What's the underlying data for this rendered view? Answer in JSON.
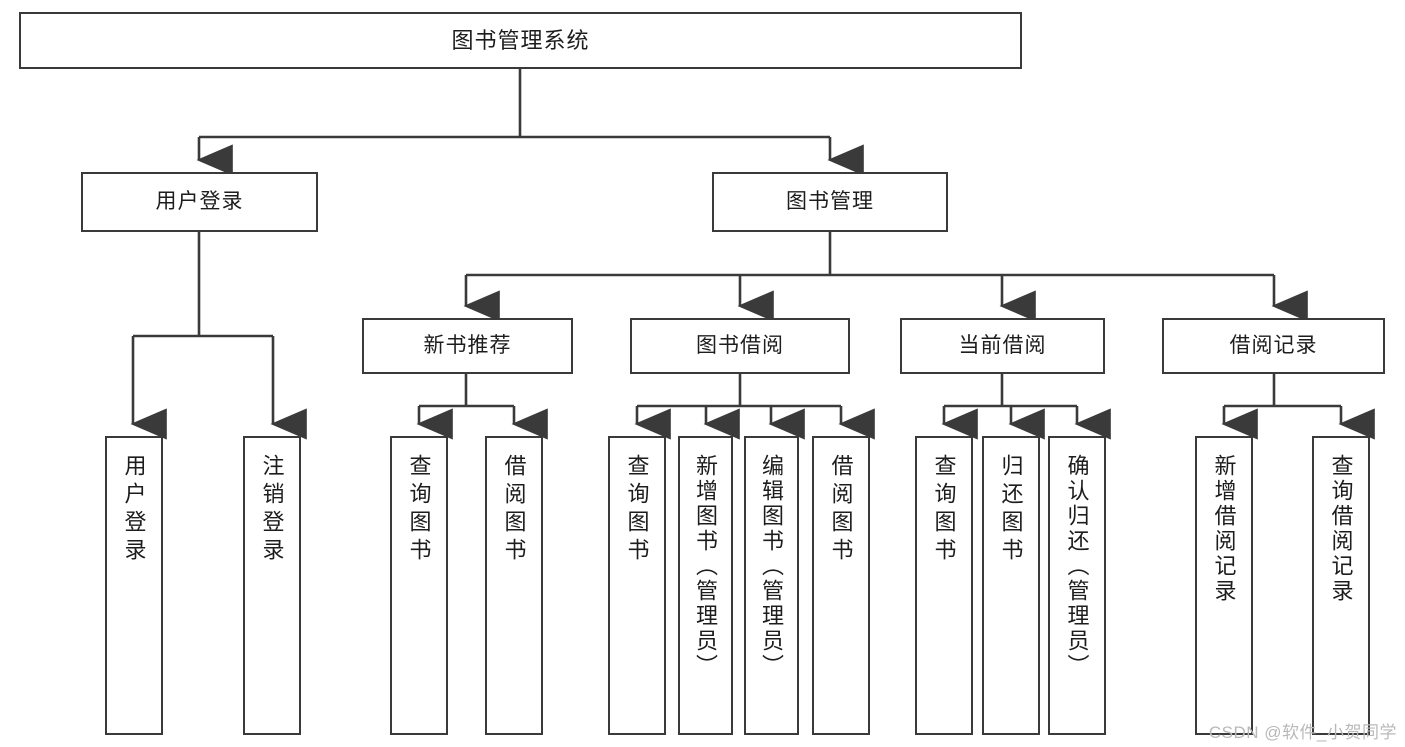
{
  "diagram": {
    "title": "图书管理系统",
    "root": {
      "label": "图书管理系统"
    },
    "level1": [
      {
        "label": "用户登录"
      },
      {
        "label": "图书管理"
      }
    ],
    "level2": [
      {
        "label": "新书推荐"
      },
      {
        "label": "图书借阅"
      },
      {
        "label": "当前借阅"
      },
      {
        "label": "借阅记录"
      }
    ],
    "leaves": {
      "user_login": [
        {
          "label": "用户登录"
        },
        {
          "label": "注销登录"
        }
      ],
      "new_book_recommend": [
        {
          "label": "查询图书"
        },
        {
          "label": "借阅图书"
        }
      ],
      "book_borrow": [
        {
          "label": "查询图书"
        },
        {
          "label": "新增图书（管理员）"
        },
        {
          "label": "编辑图书（管理员）"
        },
        {
          "label": "借阅图书"
        }
      ],
      "current_borrow": [
        {
          "label": "查询图书"
        },
        {
          "label": "归还图书"
        },
        {
          "label": "确认归还（管理员）"
        }
      ],
      "borrow_record": [
        {
          "label": "新增借阅记录"
        },
        {
          "label": "查询借阅记录"
        }
      ]
    }
  },
  "watermark": {
    "text": "CSDN @软件_小贺同学"
  },
  "colors": {
    "stroke": "#3a3a3a",
    "background": "#ffffff",
    "text": "#1d1d1d",
    "watermark": "#b9b9b9"
  }
}
